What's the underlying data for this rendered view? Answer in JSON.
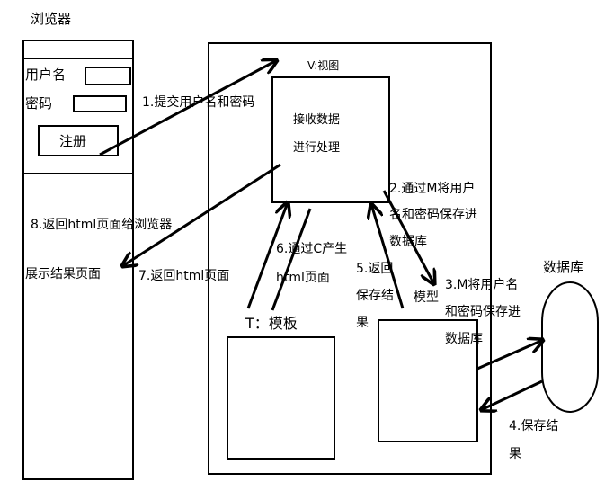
{
  "browser": {
    "title": "浏览器",
    "username_label": "用户名",
    "password_label": "密码",
    "register_button": "注册",
    "result_page": "展示结果页面"
  },
  "view": {
    "title": "V:视图",
    "line1": "接收数据",
    "line2": "进行处理"
  },
  "template": {
    "label": "T：模板"
  },
  "model": {
    "label": "模型"
  },
  "database": {
    "label": "数据库"
  },
  "steps": {
    "s1": "1.提交用户名和密码",
    "s2_line1": "2.通过M将用户",
    "s2_line2": "名和密码保存进",
    "s2_line3": "数据库",
    "s3_line1": "3.M将用户名",
    "s3_line2": "和密码保存进",
    "s3_line3": "数据库",
    "s4_line1": "4.保存结",
    "s4_line2": "果",
    "s5_line1": "5.返回",
    "s5_line2": "保存结",
    "s5_line3": "果",
    "s6_line1": "6.通过C产生",
    "s6_line2": "html页面",
    "s7": "7.返回html页面",
    "s8": "8.返回html页面给浏览器"
  },
  "colors": {
    "stroke": "#000000",
    "background": "#ffffff"
  }
}
